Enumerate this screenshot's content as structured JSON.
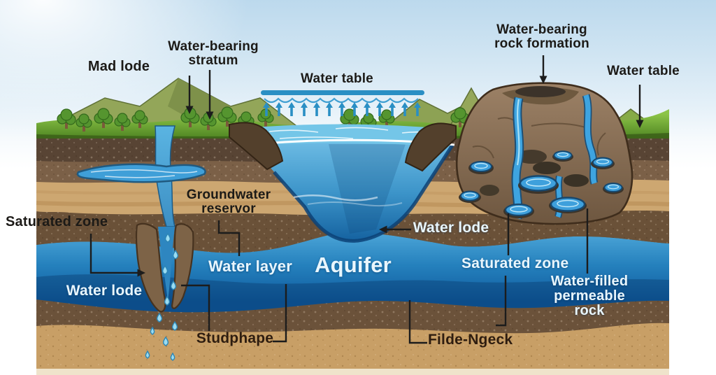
{
  "diagram": {
    "type": "groundwater-aquifer-cross-section",
    "labels": {
      "mad_lode": "Mad lode",
      "water_bearing_stratum": "Water-bearing stratum",
      "water_table_center": "Water table",
      "water_bearing_rock_formation": "Water-bearing rock formation",
      "water_table_right": "Water table",
      "saturated_zone_left": "Saturated zone",
      "groundwater_reservor": "Groundwater reservor",
      "water_layer": "Water layer",
      "aquifer": "Aquifer",
      "water_lode_center": "Water lode",
      "saturated_zone_right": "Saturated zone",
      "water_filled_permeable_rock": "Water-filled permeable rock",
      "water_lode_left": "Water lode",
      "studphape": "Studphape",
      "filde_ngeck": "Filde-Ngeck"
    },
    "colors": {
      "sky": "#cfe4f2",
      "grass": "#6faf35",
      "topsoil_dark": "#584434",
      "soil_medium": "#7b6047",
      "sand": "#cda771",
      "speckled_brown": "#6a5138",
      "aquifer_top": "#3b95cc",
      "aquifer_deep": "#0f5a9e",
      "pond_surface": "#74c6e8",
      "rock": "#8a7055",
      "water_table_bar": "#2a8fc4",
      "label_dark": "#1c1a17",
      "label_light": "#e9f6fd",
      "label_brown": "#2e1d10"
    }
  }
}
